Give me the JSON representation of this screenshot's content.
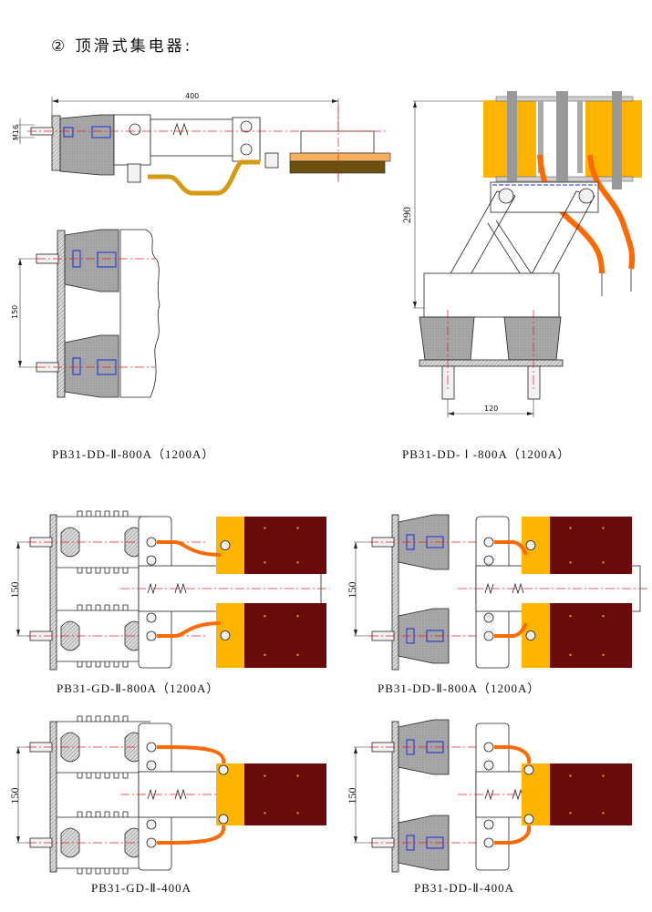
{
  "page": {
    "title": "② 顶滑式集电器:"
  },
  "colors": {
    "insulator": "#a8a8a8",
    "copper_braid": "#ff6a00",
    "brush_gold": "#ffb400",
    "bus_bar_dark": "#6b0a0a",
    "lead_gold": "#d69a10",
    "carbon_top": "#f5b060",
    "carbon_bottom": "#6b5010",
    "centerline": "#e02020",
    "hidden_line": "#1a2ad8"
  },
  "drawings": [
    {
      "id": "pb31-dd-ii-800a-side",
      "caption": "PB31-DD-Ⅱ-800A（1200A）",
      "dimensions": {
        "length": "400",
        "bolt": "M16",
        "pitch": "150"
      }
    },
    {
      "id": "pb31-dd-i-800a",
      "caption": "PB31-DD- Ⅰ -800A（1200A）",
      "dimensions": {
        "height": "290",
        "spacing": "120"
      }
    },
    {
      "id": "pb31-gd-ii-800a",
      "caption": "PB31-GD-Ⅱ-800A（1200A）",
      "dimensions": {
        "pitch": "150"
      }
    },
    {
      "id": "pb31-dd-ii-800a-top",
      "caption": "PB31-DD-Ⅱ-800A（1200A）",
      "dimensions": {
        "pitch": "150"
      }
    },
    {
      "id": "pb31-gd-ii-400a",
      "caption": "PB31-GD-Ⅱ-400A",
      "dimensions": {
        "pitch": "150"
      }
    },
    {
      "id": "pb31-dd-ii-400a",
      "caption": "PB31-DD-Ⅱ-400A",
      "dimensions": {
        "pitch": "150"
      }
    }
  ]
}
